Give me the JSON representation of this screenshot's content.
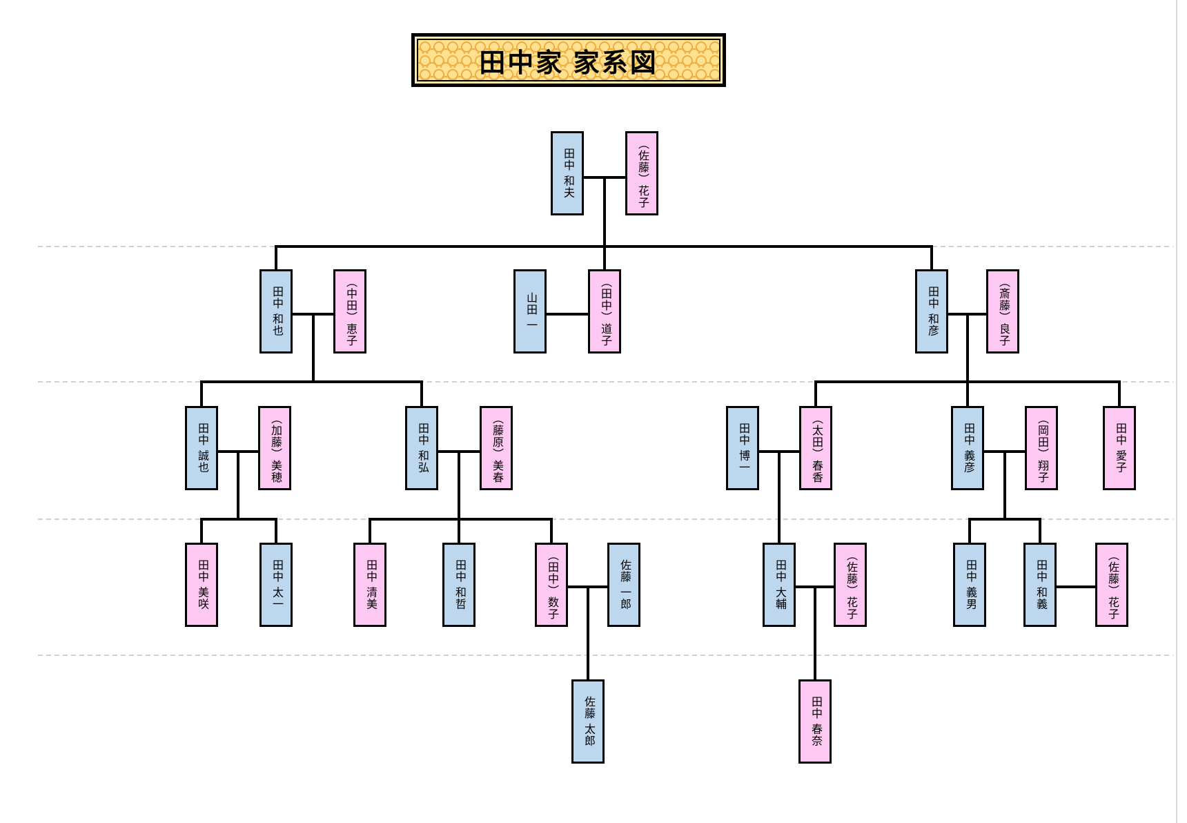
{
  "title": "田中家 家系図",
  "colors": {
    "male_box": "#bdd7ee",
    "female_box": "#fdc9f3",
    "connector": "#000000",
    "generation_divider": "#c0c0c0",
    "banner_background": "#ffe190",
    "banner_pattern": "#edb045"
  },
  "people": [
    {
      "name": "田中 和夫",
      "color": "blue",
      "generation": 1
    },
    {
      "name": "（佐藤）花子",
      "color": "pink",
      "generation": 1
    },
    {
      "name": "田中 和也",
      "color": "blue",
      "generation": 2
    },
    {
      "name": "（中田）恵子",
      "color": "pink",
      "generation": 2
    },
    {
      "name": "山田 一",
      "color": "blue",
      "generation": 2
    },
    {
      "name": "（田中）道子",
      "color": "pink",
      "generation": 2
    },
    {
      "name": "田中 和彦",
      "color": "blue",
      "generation": 2
    },
    {
      "name": "（斎藤）良子",
      "color": "pink",
      "generation": 2
    },
    {
      "name": "田中 誠也",
      "color": "blue",
      "generation": 3
    },
    {
      "name": "（加藤）美穂",
      "color": "pink",
      "generation": 3
    },
    {
      "name": "田中 和弘",
      "color": "blue",
      "generation": 3
    },
    {
      "name": "（藤原）美春",
      "color": "pink",
      "generation": 3
    },
    {
      "name": "田中 博一",
      "color": "blue",
      "generation": 3
    },
    {
      "name": "（太田）春香",
      "color": "pink",
      "generation": 3
    },
    {
      "name": "田中 義彦",
      "color": "blue",
      "generation": 3
    },
    {
      "name": "（岡田）翔子",
      "color": "pink",
      "generation": 3
    },
    {
      "name": "田中 愛子",
      "color": "pink",
      "generation": 3
    },
    {
      "name": "田中 美咲",
      "color": "pink",
      "generation": 4
    },
    {
      "name": "田中 太一",
      "color": "blue",
      "generation": 4
    },
    {
      "name": "田中 清美",
      "color": "pink",
      "generation": 4
    },
    {
      "name": "田中 和哲",
      "color": "blue",
      "generation": 4
    },
    {
      "name": "（田中）数子",
      "color": "pink",
      "generation": 4
    },
    {
      "name": "佐藤 一郎",
      "color": "blue",
      "generation": 4
    },
    {
      "name": "田中 大輔",
      "color": "blue",
      "generation": 4
    },
    {
      "name": "（佐藤）花子",
      "color": "pink",
      "generation": 4
    },
    {
      "name": "田中 義男",
      "color": "blue",
      "generation": 4
    },
    {
      "name": "田中 和義",
      "color": "blue",
      "generation": 4
    },
    {
      "name": "（佐藤）花子",
      "color": "pink",
      "generation": 4
    },
    {
      "name": "佐藤 太郎",
      "color": "blue",
      "generation": 5
    },
    {
      "name": "田中 春奈",
      "color": "pink",
      "generation": 5
    }
  ]
}
